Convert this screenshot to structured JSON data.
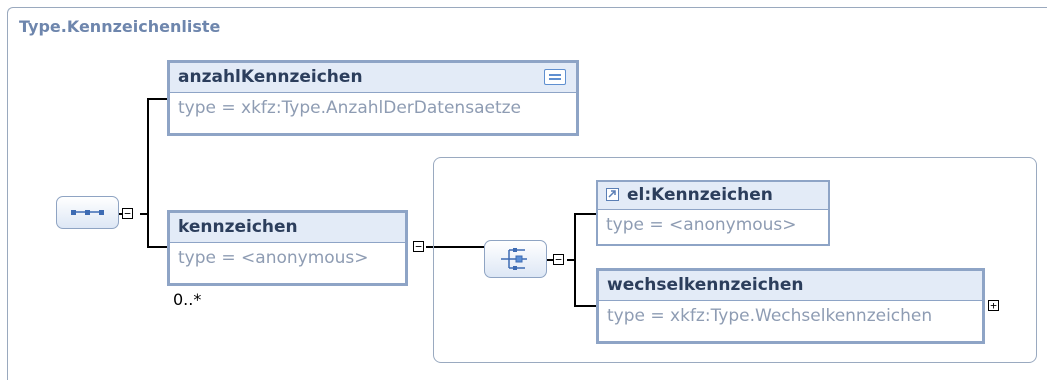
{
  "title": "Type.Kennzeichenliste",
  "elements": {
    "anzahl": {
      "name": "anzahlKennzeichen",
      "type": "type = xkfz:Type.AnzahlDerDatensaetze"
    },
    "kennzeichen": {
      "name": "kennzeichen",
      "type": "type = <anonymous>",
      "multiplicity": "0..*"
    },
    "el_kennzeichen": {
      "name": "el:Kennzeichen",
      "type": "type = <anonymous>"
    },
    "wechsel": {
      "name": "wechselkennzeichen",
      "type": "type = xkfz:Type.Wechselkennzeichen"
    }
  },
  "expand_symbols": {
    "collapse": "−",
    "expand": "+"
  },
  "icons": {
    "sequence": "sequence-icon",
    "choice": "choice-icon",
    "documentation": "documentation-icon",
    "reference": "reference-arrow-icon"
  },
  "colors": {
    "title": "#6e86ad",
    "border": "#8ea4c6",
    "header_bg": "#e3ebf7",
    "type_text": "#8e9cb3"
  }
}
